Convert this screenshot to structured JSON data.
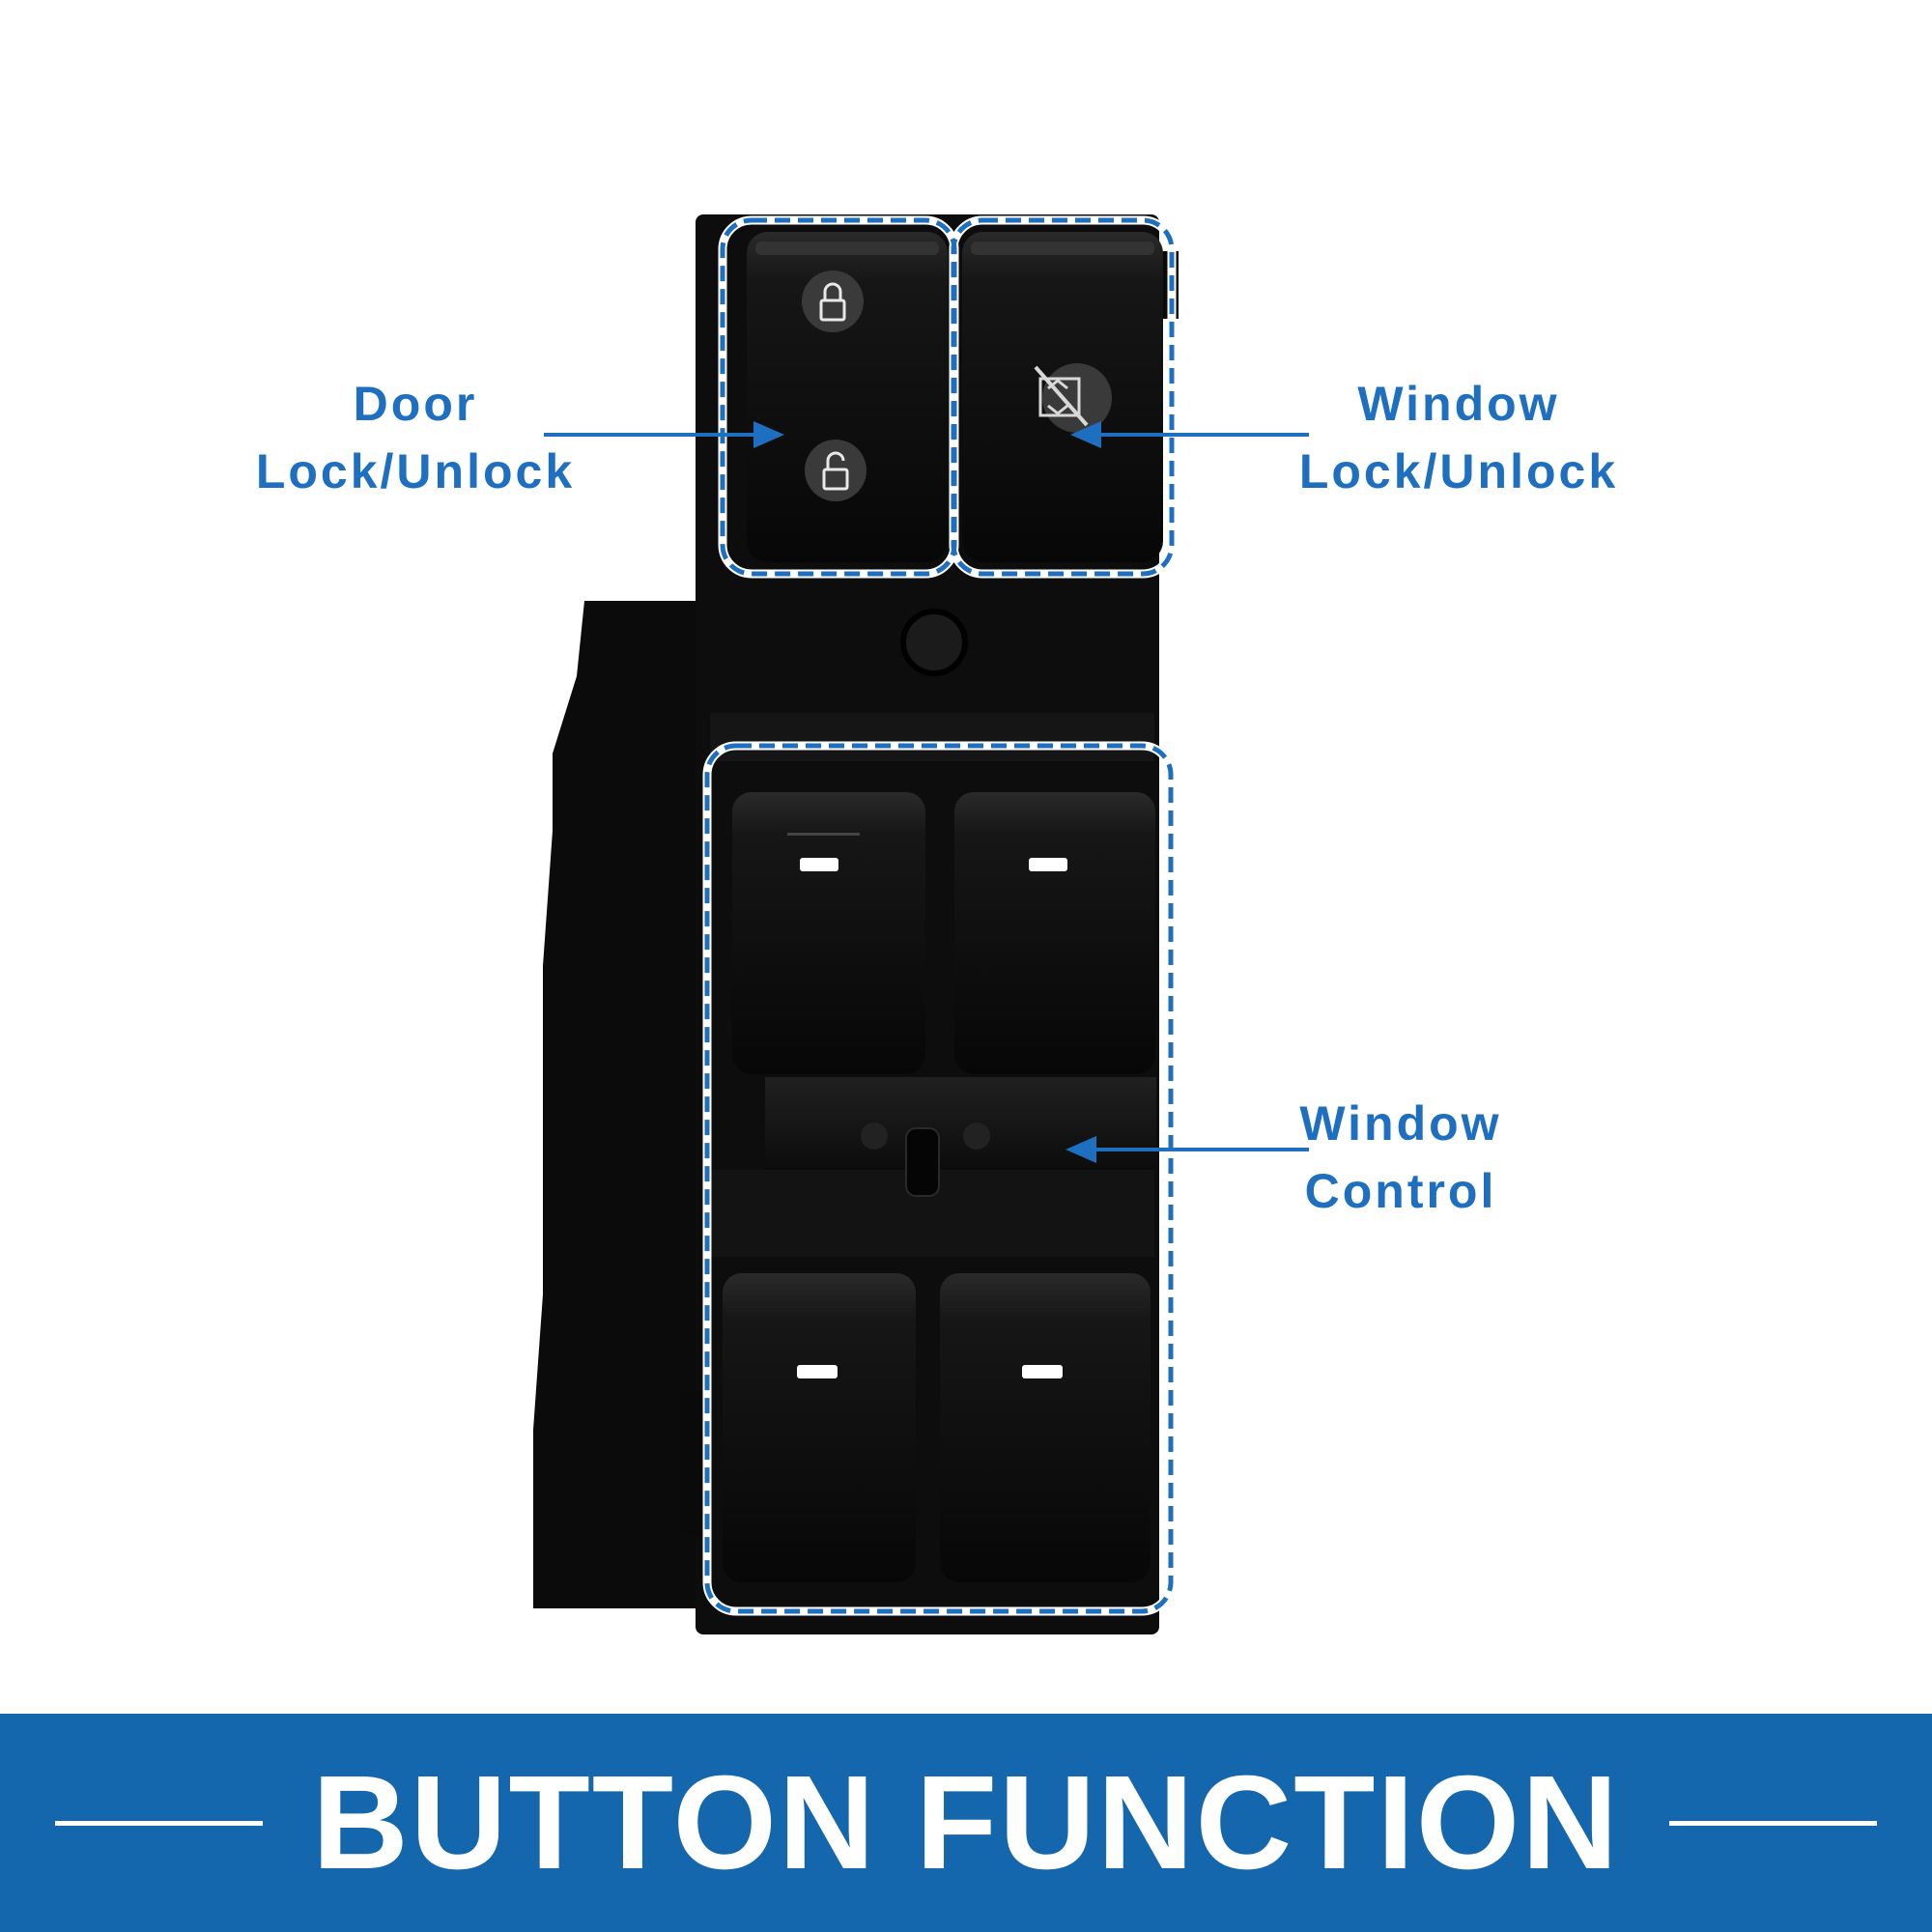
{
  "callouts": {
    "door_lock": {
      "line1": "Door",
      "line2": "Lock/Unlock"
    },
    "window_lock": {
      "line1": "Window",
      "line2": "Lock/Unlock"
    },
    "window_control": {
      "line1": "Window",
      "line2": "Control"
    }
  },
  "banner": {
    "title": "BUTTON FUNCTION"
  },
  "colors": {
    "accent": "#1f6fc0",
    "banner": "#1467ad",
    "panel": "#0b0b0b",
    "switch": "#121212",
    "indicator": "#ffffff",
    "background": "#ffffff"
  },
  "icons": {
    "door_lock": "padlock-closed-icon",
    "door_unlock": "padlock-open-icon",
    "window_lock": "window-lockout-icon"
  }
}
